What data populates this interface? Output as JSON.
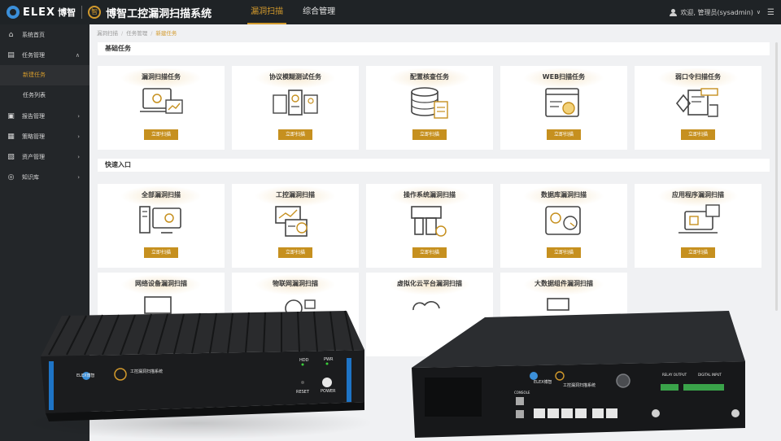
{
  "topbar": {
    "logo_text": "ELEX",
    "logo_cn": "博智",
    "brand_badge": "智",
    "app_title": "博智工控漏洞扫描系统",
    "nav": [
      "漏洞扫描",
      "综合管理"
    ],
    "user_text": "欢迎, 管理员(sysadmin)",
    "caret": "∨",
    "menu_glyph": "☰"
  },
  "sidebar": {
    "items": [
      {
        "label": "系统首页",
        "icon": "home-icon",
        "glyph": "⌂",
        "arrow": ""
      },
      {
        "label": "任务管理",
        "icon": "task-icon",
        "glyph": "▤",
        "arrow": "∧"
      },
      {
        "label": "报告管理",
        "icon": "report-icon",
        "glyph": "▣",
        "arrow": "›"
      },
      {
        "label": "策略管理",
        "icon": "policy-icon",
        "glyph": "▦",
        "arrow": "›"
      },
      {
        "label": "资产管理",
        "icon": "asset-icon",
        "glyph": "▧",
        "arrow": "›"
      },
      {
        "label": "知识库",
        "icon": "knowledge-icon",
        "glyph": "◎",
        "arrow": "›"
      }
    ],
    "subitems": [
      {
        "label": "新建任务",
        "active": true
      },
      {
        "label": "任务列表",
        "active": false
      }
    ]
  },
  "breadcrumb": [
    "漏洞扫描",
    "任务管理",
    "新建任务"
  ],
  "breadcrumb_sep": "/",
  "basic": {
    "title": "基础任务",
    "cards": [
      {
        "title": "漏洞扫描任务",
        "button": "立即扫描",
        "icon": "vuln-scan-icon"
      },
      {
        "title": "协议模糊测试任务",
        "button": "立即扫描",
        "icon": "fuzz-test-icon"
      },
      {
        "title": "配置核查任务",
        "button": "立即扫描",
        "icon": "config-check-icon"
      },
      {
        "title": "WEB扫描任务",
        "button": "立即扫描",
        "icon": "web-scan-icon"
      },
      {
        "title": "弱口令扫描任务",
        "button": "立即扫描",
        "icon": "weak-password-icon"
      }
    ]
  },
  "quick": {
    "title": "快速入口",
    "cards": [
      {
        "title": "全部漏洞扫描",
        "button": "立即扫描",
        "icon": "all-vuln-icon"
      },
      {
        "title": "工控漏洞扫描",
        "button": "立即扫描",
        "icon": "ics-vuln-icon"
      },
      {
        "title": "操作系统漏洞扫描",
        "button": "立即扫描",
        "icon": "os-vuln-icon"
      },
      {
        "title": "数据库漏洞扫描",
        "button": "立即扫描",
        "icon": "db-vuln-icon"
      },
      {
        "title": "应用程序漏洞扫描",
        "button": "立即扫描",
        "icon": "app-vuln-icon"
      },
      {
        "title": "网络设备漏洞扫描",
        "button": "",
        "icon": "network-device-icon"
      },
      {
        "title": "物联网漏洞扫描",
        "button": "",
        "icon": "iot-vuln-icon"
      },
      {
        "title": "虚拟化云平台漏洞扫描",
        "button": "",
        "icon": "cloud-vuln-icon"
      },
      {
        "title": "大数据组件漏洞扫描",
        "button": "",
        "icon": "bigdata-vuln-icon"
      }
    ]
  },
  "device_left": {
    "brand": "ELEX博智",
    "product": "工控漏洞扫描系统",
    "led_hdd": "HDD",
    "led_pwr": "PWR",
    "reset": "RESET",
    "power": "POWER"
  },
  "device_right": {
    "brand": "ELEX博智",
    "product": "工控漏洞扫描系统",
    "relay": "RELAY OUTPUT",
    "digital": "DIGITAL INPUT",
    "console": "CONSOLE"
  },
  "colors": {
    "accent": "#c6901f",
    "topbar": "#1f2326",
    "sidebar": "#232629"
  }
}
